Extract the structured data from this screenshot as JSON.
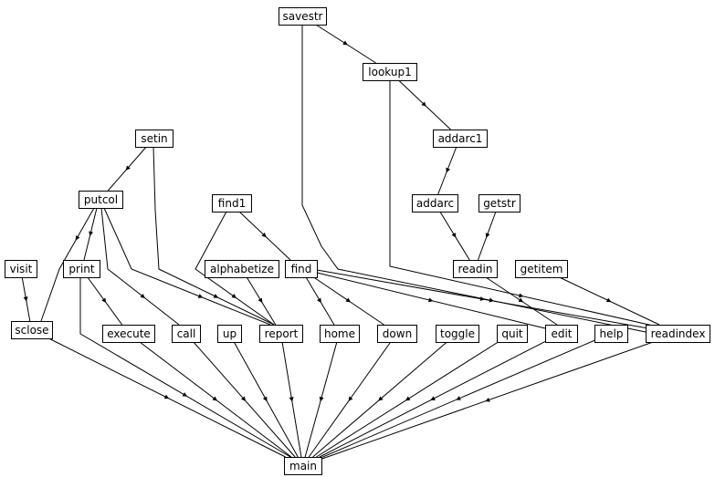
{
  "diagram": {
    "type": "call-graph",
    "nodes": [
      {
        "id": "savestr",
        "label": "savestr"
      },
      {
        "id": "lookup1",
        "label": "lookup1"
      },
      {
        "id": "addarc1",
        "label": "addarc1"
      },
      {
        "id": "setin",
        "label": "setin"
      },
      {
        "id": "putcol",
        "label": "putcol"
      },
      {
        "id": "find1",
        "label": "find1"
      },
      {
        "id": "addarc",
        "label": "addarc"
      },
      {
        "id": "getstr",
        "label": "getstr"
      },
      {
        "id": "visit",
        "label": "visit"
      },
      {
        "id": "print",
        "label": "print"
      },
      {
        "id": "alphabetize",
        "label": "alphabetize"
      },
      {
        "id": "find",
        "label": "find"
      },
      {
        "id": "readin",
        "label": "readin"
      },
      {
        "id": "getitem",
        "label": "getitem"
      },
      {
        "id": "sclose",
        "label": "sclose"
      },
      {
        "id": "execute",
        "label": "execute"
      },
      {
        "id": "call",
        "label": "call"
      },
      {
        "id": "up",
        "label": "up"
      },
      {
        "id": "report",
        "label": "report"
      },
      {
        "id": "home",
        "label": "home"
      },
      {
        "id": "down",
        "label": "down"
      },
      {
        "id": "toggle",
        "label": "toggle"
      },
      {
        "id": "quit",
        "label": "quit"
      },
      {
        "id": "edit",
        "label": "edit"
      },
      {
        "id": "help",
        "label": "help"
      },
      {
        "id": "readindex",
        "label": "readindex"
      },
      {
        "id": "main",
        "label": "main"
      }
    ],
    "edges": [
      {
        "from": "savestr",
        "to": "lookup1"
      },
      {
        "from": "savestr",
        "to": "report"
      },
      {
        "from": "lookup1",
        "to": "addarc1"
      },
      {
        "from": "lookup1",
        "to": "readindex"
      },
      {
        "from": "addarc1",
        "to": "addarc"
      },
      {
        "from": "setin",
        "to": "putcol"
      },
      {
        "from": "setin",
        "to": "report"
      },
      {
        "from": "putcol",
        "to": "sclose"
      },
      {
        "from": "putcol",
        "to": "print"
      },
      {
        "from": "putcol",
        "to": "call"
      },
      {
        "from": "putcol",
        "to": "report"
      },
      {
        "from": "find1",
        "to": "report"
      },
      {
        "from": "find1",
        "to": "find"
      },
      {
        "from": "addarc",
        "to": "readin"
      },
      {
        "from": "getstr",
        "to": "readin"
      },
      {
        "from": "visit",
        "to": "sclose"
      },
      {
        "from": "print",
        "to": "main"
      },
      {
        "from": "print",
        "to": "execute"
      },
      {
        "from": "alphabetize",
        "to": "report"
      },
      {
        "from": "find",
        "to": "home"
      },
      {
        "from": "find",
        "to": "down"
      },
      {
        "from": "find",
        "to": "edit"
      },
      {
        "from": "find",
        "to": "readindex"
      },
      {
        "from": "readin",
        "to": "edit"
      },
      {
        "from": "getitem",
        "to": "readindex"
      },
      {
        "from": "sclose",
        "to": "main"
      },
      {
        "from": "execute",
        "to": "main"
      },
      {
        "from": "call",
        "to": "main"
      },
      {
        "from": "up",
        "to": "main"
      },
      {
        "from": "report",
        "to": "main"
      },
      {
        "from": "home",
        "to": "main"
      },
      {
        "from": "down",
        "to": "main"
      },
      {
        "from": "toggle",
        "to": "main"
      },
      {
        "from": "quit",
        "to": "main"
      },
      {
        "from": "edit",
        "to": "main"
      },
      {
        "from": "help",
        "to": "main"
      },
      {
        "from": "readindex",
        "to": "main"
      }
    ]
  }
}
